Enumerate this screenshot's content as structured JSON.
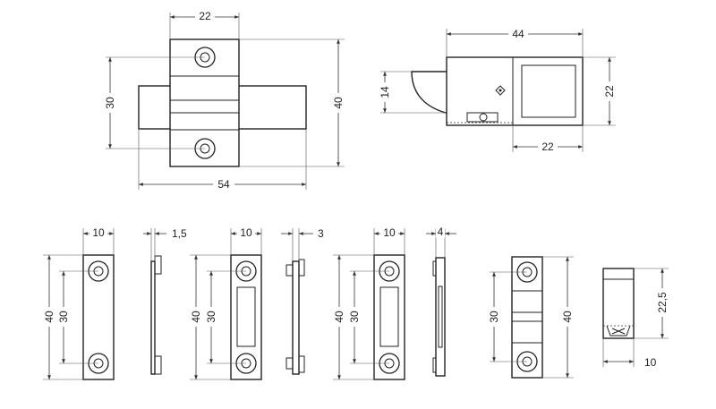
{
  "colors": {
    "line": "#222222",
    "background": "#ffffff"
  },
  "dimensions": {
    "front_width": "22",
    "front_height_inner": "30",
    "front_height_outer": "40",
    "front_length": "54",
    "side_length": "44",
    "side_plunger": "14",
    "side_height": "22",
    "side_body_width": "22",
    "plate1_width": "10",
    "plate1_thickness": "1,5",
    "plate1_height_outer": "40",
    "plate1_height_inner": "30",
    "plate2_width": "10",
    "plate2_thickness": "3",
    "plate2_height_outer": "40",
    "plate2_height_inner": "30",
    "plate3_width": "10",
    "plate3_thickness": "4",
    "plate3_height_outer": "40",
    "plate3_height_inner": "30",
    "plate4_height_inner": "30",
    "plate4_height_outer": "40",
    "small_height": "22,5",
    "small_width": "10"
  }
}
